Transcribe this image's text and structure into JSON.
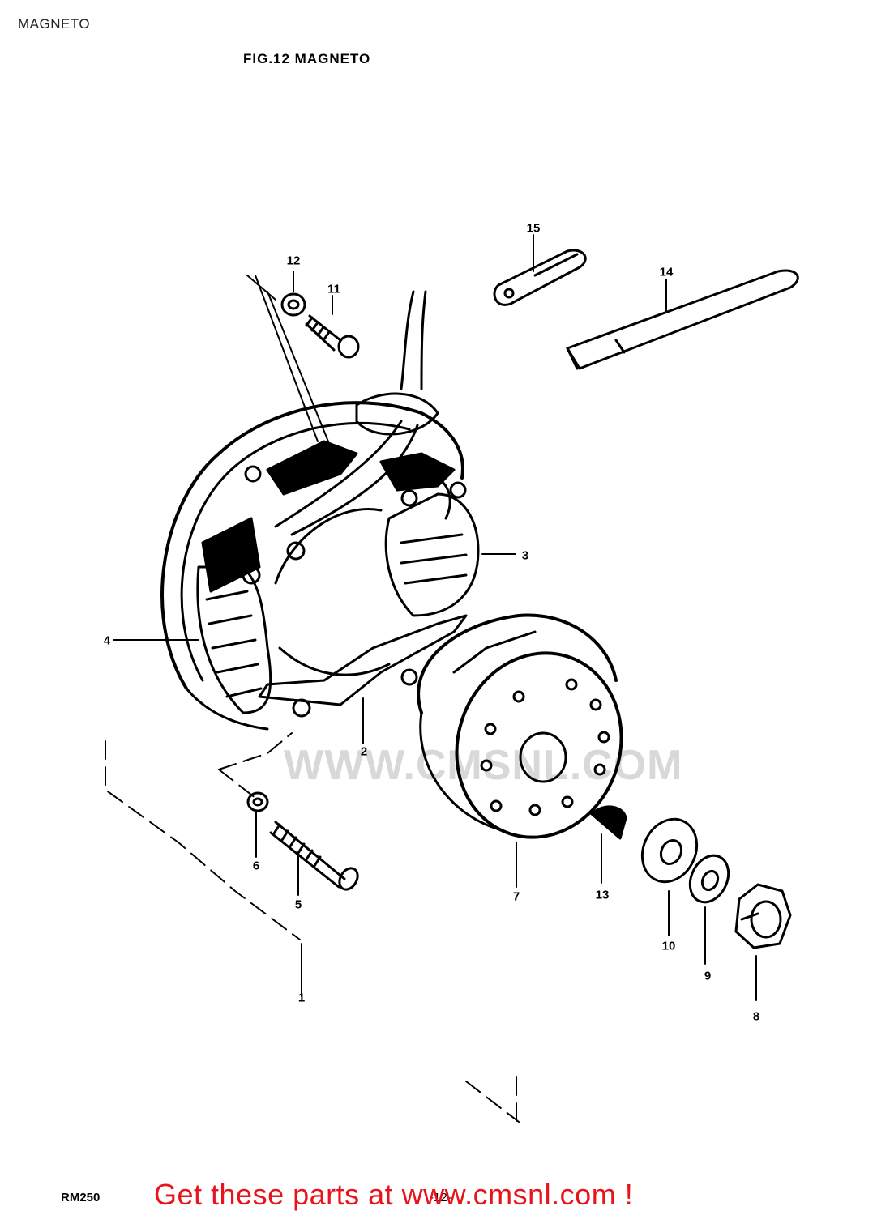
{
  "header": {
    "corner_title": "MAGNETO",
    "figure_title": "FIG.12  MAGNETO"
  },
  "watermark": {
    "text": "WWW.CMSNL.COM"
  },
  "callouts": [
    "1",
    "2",
    "3",
    "4",
    "5",
    "6",
    "7",
    "8",
    "9",
    "10",
    "11",
    "12",
    "13",
    "14",
    "15"
  ],
  "footer": {
    "model": "RM250",
    "page": "-12-",
    "cta": "Get these parts at www.cmsnl.com !"
  },
  "colors": {
    "line": "#000000",
    "cta": "#e8141c",
    "watermark": "#d8d8d8"
  }
}
